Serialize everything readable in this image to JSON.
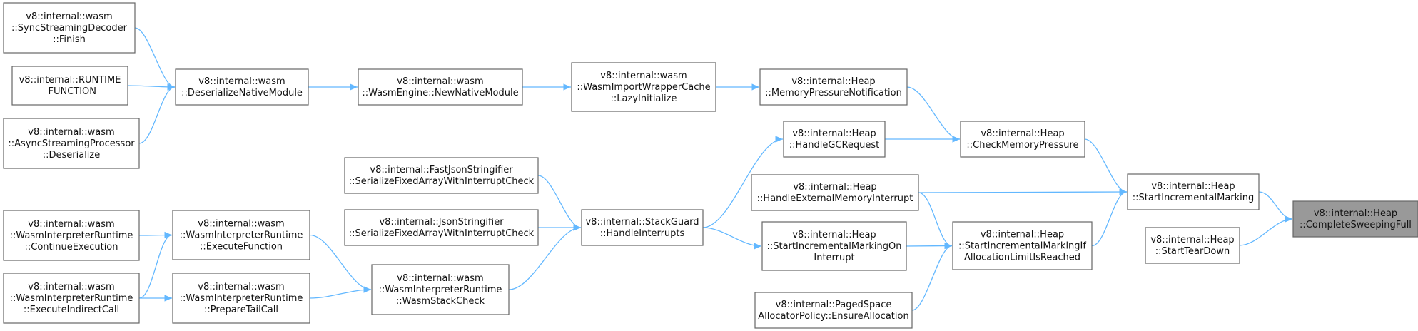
{
  "nodes": [
    {
      "id": "sync_finish",
      "lines": [
        "v8::internal::wasm",
        "::SyncStreamingDecoder",
        "::Finish"
      ]
    },
    {
      "id": "runtime_function",
      "lines": [
        "v8::internal::RUNTIME",
        "_FUNCTION"
      ]
    },
    {
      "id": "async_deserialize",
      "lines": [
        "v8::internal::wasm",
        "::AsyncStreamingProcessor",
        "::Deserialize"
      ]
    },
    {
      "id": "deserialize_native",
      "lines": [
        "v8::internal::wasm",
        "::DeserializeNativeModule"
      ]
    },
    {
      "id": "new_native_module",
      "lines": [
        "v8::internal::wasm",
        "::WasmEngine::NewNativeModule"
      ]
    },
    {
      "id": "lazy_initialize",
      "lines": [
        "v8::internal::wasm",
        "::WasmImportWrapperCache",
        "::LazyInitialize"
      ]
    },
    {
      "id": "memory_pressure_notification",
      "lines": [
        "v8::internal::Heap",
        "::MemoryPressureNotification"
      ]
    },
    {
      "id": "handle_gc_request",
      "lines": [
        "v8::internal::Heap",
        "::HandleGCRequest"
      ]
    },
    {
      "id": "check_memory_pressure",
      "lines": [
        "v8::internal::Heap",
        "::CheckMemoryPressure"
      ]
    },
    {
      "id": "fast_json",
      "lines": [
        "v8::internal::FastJsonStringifier",
        "::SerializeFixedArrayWithInterruptCheck"
      ]
    },
    {
      "id": "json",
      "lines": [
        "v8::internal::JsonStringifier",
        "::SerializeFixedArrayWithInterruptCheck"
      ]
    },
    {
      "id": "stack_guard",
      "lines": [
        "v8::internal::StackGuard",
        "::HandleInterrupts"
      ]
    },
    {
      "id": "handle_external_memory",
      "lines": [
        "v8::internal::Heap",
        "::HandleExternalMemoryInterrupt"
      ]
    },
    {
      "id": "start_incremental_marking",
      "lines": [
        "v8::internal::Heap",
        "::StartIncrementalMarking"
      ]
    },
    {
      "id": "complete_sweeping_full",
      "lines": [
        "v8::internal::Heap",
        "::CompleteSweepingFull"
      ],
      "highlight": true
    },
    {
      "id": "start_tear_down",
      "lines": [
        "v8::internal::Heap",
        "::StartTearDown"
      ]
    },
    {
      "id": "start_incremental_marking_if",
      "lines": [
        "v8::internal::Heap",
        "::StartIncrementalMarkingIf",
        "AllocationLimitIsReached"
      ]
    },
    {
      "id": "start_incremental_marking_on_interrupt",
      "lines": [
        "v8::internal::Heap",
        "::StartIncrementalMarkingOn",
        "Interrupt"
      ]
    },
    {
      "id": "ensure_allocation",
      "lines": [
        "v8::internal::PagedSpace",
        "AllocatorPolicy::EnsureAllocation"
      ]
    },
    {
      "id": "continue_execution",
      "lines": [
        "v8::internal::wasm",
        "::WasmInterpreterRuntime",
        "::ContinueExecution"
      ]
    },
    {
      "id": "execute_function",
      "lines": [
        "v8::internal::wasm",
        "::WasmInterpreterRuntime",
        "::ExecuteFunction"
      ]
    },
    {
      "id": "execute_indirect_call",
      "lines": [
        "v8::internal::wasm",
        "::WasmInterpreterRuntime",
        "::ExecuteIndirectCall"
      ]
    },
    {
      "id": "prepare_tail_call",
      "lines": [
        "v8::internal::wasm",
        "::WasmInterpreterRuntime",
        "::PrepareTailCall"
      ]
    },
    {
      "id": "wasm_stack_check",
      "lines": [
        "v8::internal::wasm",
        "::WasmInterpreterRuntime",
        "::WasmStackCheck"
      ]
    }
  ],
  "edges": [
    {
      "from": "sync_finish",
      "to": "deserialize_native"
    },
    {
      "from": "runtime_function",
      "to": "deserialize_native"
    },
    {
      "from": "async_deserialize",
      "to": "deserialize_native"
    },
    {
      "from": "deserialize_native",
      "to": "new_native_module"
    },
    {
      "from": "new_native_module",
      "to": "lazy_initialize"
    },
    {
      "from": "lazy_initialize",
      "to": "memory_pressure_notification"
    },
    {
      "from": "memory_pressure_notification",
      "to": "check_memory_pressure"
    },
    {
      "from": "handle_gc_request",
      "to": "check_memory_pressure"
    },
    {
      "from": "check_memory_pressure",
      "to": "start_incremental_marking"
    },
    {
      "from": "fast_json",
      "to": "stack_guard"
    },
    {
      "from": "json",
      "to": "stack_guard"
    },
    {
      "from": "stack_guard",
      "to": "handle_gc_request"
    },
    {
      "from": "stack_guard",
      "to": "start_incremental_marking_on_interrupt"
    },
    {
      "from": "handle_external_memory",
      "to": "start_incremental_marking"
    },
    {
      "from": "handle_external_memory",
      "to": "start_incremental_marking_if"
    },
    {
      "from": "start_incremental_marking_on_interrupt",
      "to": "start_incremental_marking_if"
    },
    {
      "from": "ensure_allocation",
      "to": "start_incremental_marking_if"
    },
    {
      "from": "start_incremental_marking_if",
      "to": "start_incremental_marking"
    },
    {
      "from": "start_incremental_marking",
      "to": "complete_sweeping_full"
    },
    {
      "from": "start_tear_down",
      "to": "complete_sweeping_full"
    },
    {
      "from": "continue_execution",
      "to": "execute_function"
    },
    {
      "from": "execute_indirect_call",
      "to": "execute_function"
    },
    {
      "from": "execute_indirect_call",
      "to": "prepare_tail_call"
    },
    {
      "from": "execute_function",
      "to": "wasm_stack_check"
    },
    {
      "from": "prepare_tail_call",
      "to": "wasm_stack_check"
    },
    {
      "from": "wasm_stack_check",
      "to": "stack_guard"
    }
  ],
  "colors": {
    "edge": "#63b8ff",
    "node_border": "#666666",
    "highlight_fill": "#999999"
  }
}
